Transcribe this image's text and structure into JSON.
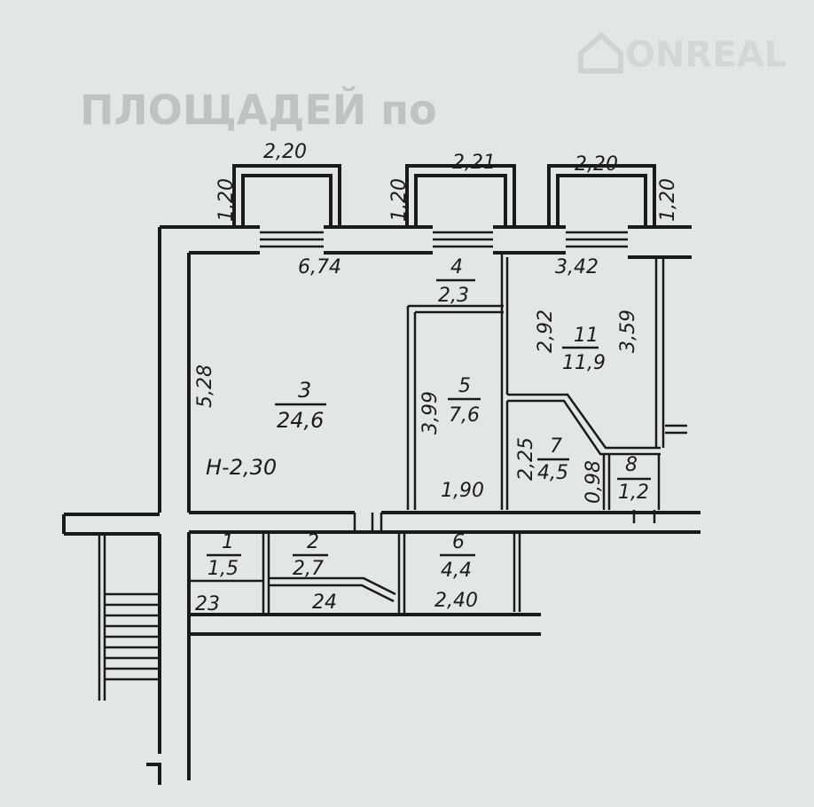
{
  "watermark": {
    "text": "ONREAL",
    "icon": "house-icon"
  },
  "background_text": "ПЛОЩАДЕЙ по",
  "balconies": [
    {
      "width": "2,20",
      "depth": "1,20"
    },
    {
      "width": "2,21",
      "depth": "1,20"
    },
    {
      "width": "2,20",
      "depth": "1,20"
    }
  ],
  "rooms": [
    {
      "number": "1",
      "area": "1,5"
    },
    {
      "number": "2",
      "area": "2,7"
    },
    {
      "number": "3",
      "area": "24,6"
    },
    {
      "number": "4",
      "area": "2,3"
    },
    {
      "number": "5",
      "area": "7,6"
    },
    {
      "number": "6",
      "area": "4,4"
    },
    {
      "number": "7",
      "area": "4,5"
    },
    {
      "number": "8",
      "area": "1,2"
    },
    {
      "number": "11",
      "area": "11,9"
    }
  ],
  "dimensions": {
    "room3_width": "6,74",
    "room3_depth": "5,28",
    "ceiling_height": "H-2,30",
    "room5_depth": "3,99",
    "room5_width": "1,90",
    "room11_width": "3,42",
    "room11_left": "2,92",
    "room11_right": "3,59",
    "room7_depth": "2,25",
    "room8_depth": "0,98",
    "room6_width": "2,40",
    "stair_23": "23",
    "stair_24": "24"
  }
}
